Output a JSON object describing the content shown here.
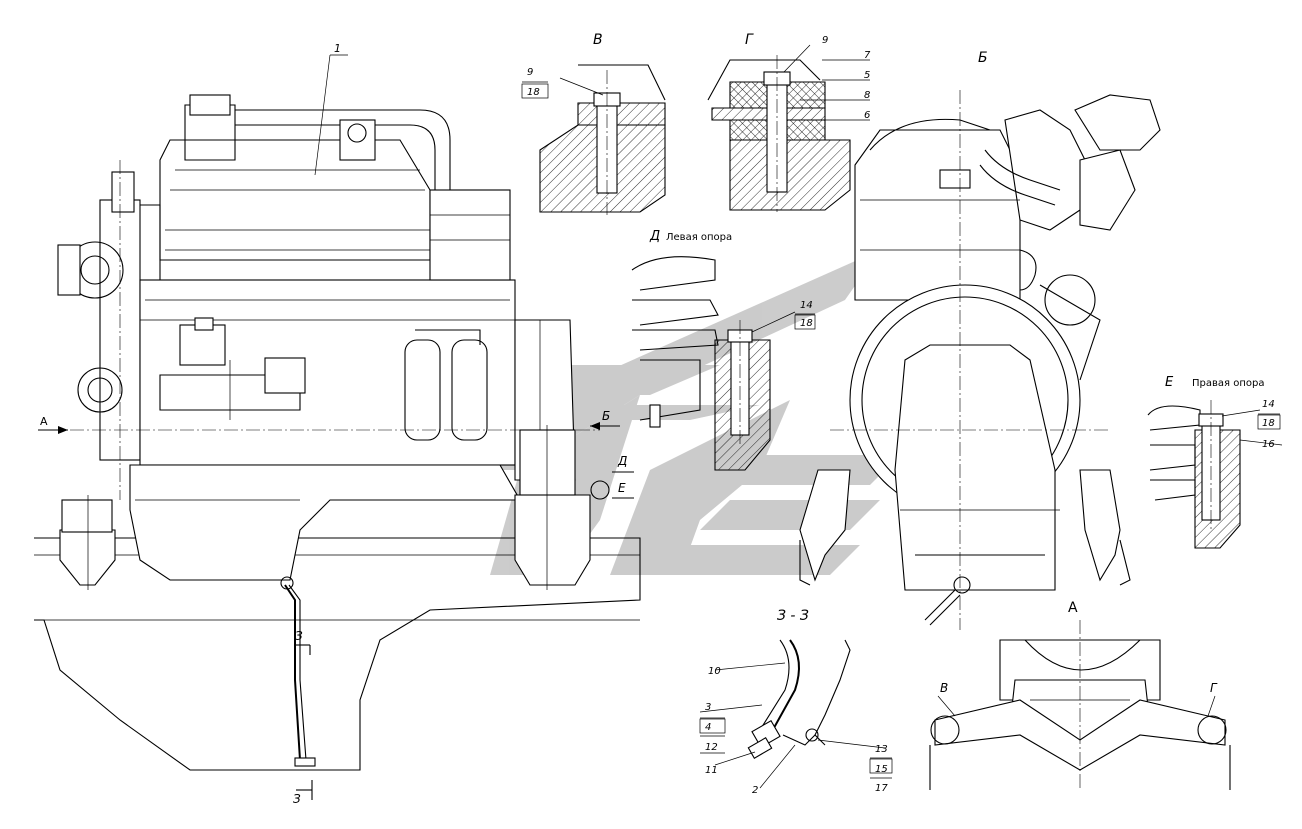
{
  "views": {
    "v_label": "В",
    "g_label": "Г",
    "b_label": "Б",
    "d_label": "Д",
    "d_caption": "Левая опора",
    "e_label": "Е",
    "e_caption": "Правая опора",
    "a_label": "А",
    "zz_label": "З - З"
  },
  "markers": {
    "a_arrow": "А",
    "b_arrow": "Б",
    "d_mark": "Д",
    "e_mark": "Е",
    "z_top": "З",
    "z_bottom": "З",
    "v_mark": "В",
    "g_mark": "Г"
  },
  "callouts": {
    "c1": "1",
    "v9": "9",
    "v18": "18",
    "g9": "9",
    "g7": "7",
    "g5": "5",
    "g8": "8",
    "g6": "6",
    "d14": "14",
    "d18": "18",
    "e14": "14",
    "e18": "18",
    "e16": "16",
    "z10": "10",
    "z3": "3",
    "z4": "4",
    "z12": "12",
    "z11": "11",
    "z2": "2",
    "z13": "13",
    "z15": "15",
    "z17": "17"
  },
  "watermark_color": "#c9c9c9"
}
